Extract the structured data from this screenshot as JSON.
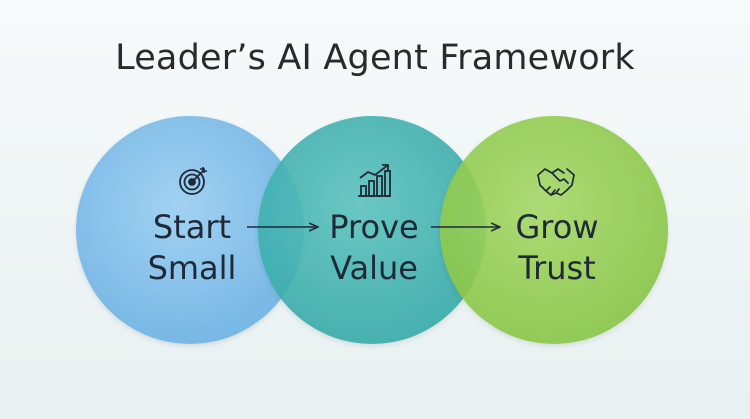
{
  "title": "Leader’s AI Agent Framework",
  "stages": [
    {
      "line1": "Start",
      "line2": "Small",
      "icon": "target-icon",
      "color": "#7dbde8"
    },
    {
      "line1": "Prove",
      "line2": "Value",
      "icon": "growth-chart-icon",
      "color": "#3fb3b0"
    },
    {
      "line1": "Grow",
      "line2": "Trust",
      "icon": "handshake-icon",
      "color": "#8fcc4c"
    }
  ],
  "colors": {
    "title": "#2a2a2a",
    "label": "#1f2a36",
    "arrow": "#1f2a36",
    "background": "#f2f7f8"
  }
}
